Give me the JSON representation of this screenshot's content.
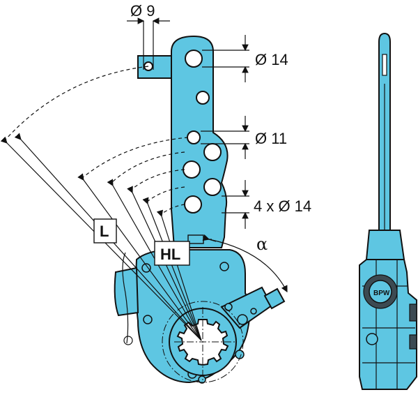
{
  "colors": {
    "body": "#5ec6e2",
    "line": "#111111",
    "background": "#ffffff"
  },
  "dimensions": {
    "hole_top": "Ø 9",
    "hole_arm_top": "Ø 14",
    "hole_arm_mid": "Ø 11",
    "hole_arm_group": "4 x Ø 14"
  },
  "labels": {
    "lever_length": "L",
    "lever_length_hl": "HL",
    "angle": "α"
  },
  "emblem": "BPW"
}
